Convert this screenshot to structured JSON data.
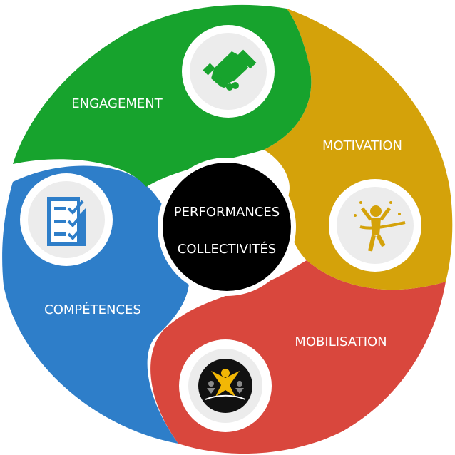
{
  "center": {
    "line1": "PERFORMANCES",
    "line2": "COLLECTIVITÉS"
  },
  "segments": [
    {
      "key": "engagement",
      "label": "ENGAGEMENT",
      "color": "#17a32d",
      "icon": "handshake-icon"
    },
    {
      "key": "motivation",
      "label": "MOTIVATION",
      "color": "#d4a20a",
      "icon": "finish-line-runner-icon"
    },
    {
      "key": "mobilisation",
      "label": "MOBILISATION",
      "color": "#d9473d",
      "icon": "team-star-icon"
    },
    {
      "key": "competences",
      "label": "COMPÉTENCES",
      "color": "#2e7ec9",
      "icon": "checklist-icon"
    }
  ]
}
